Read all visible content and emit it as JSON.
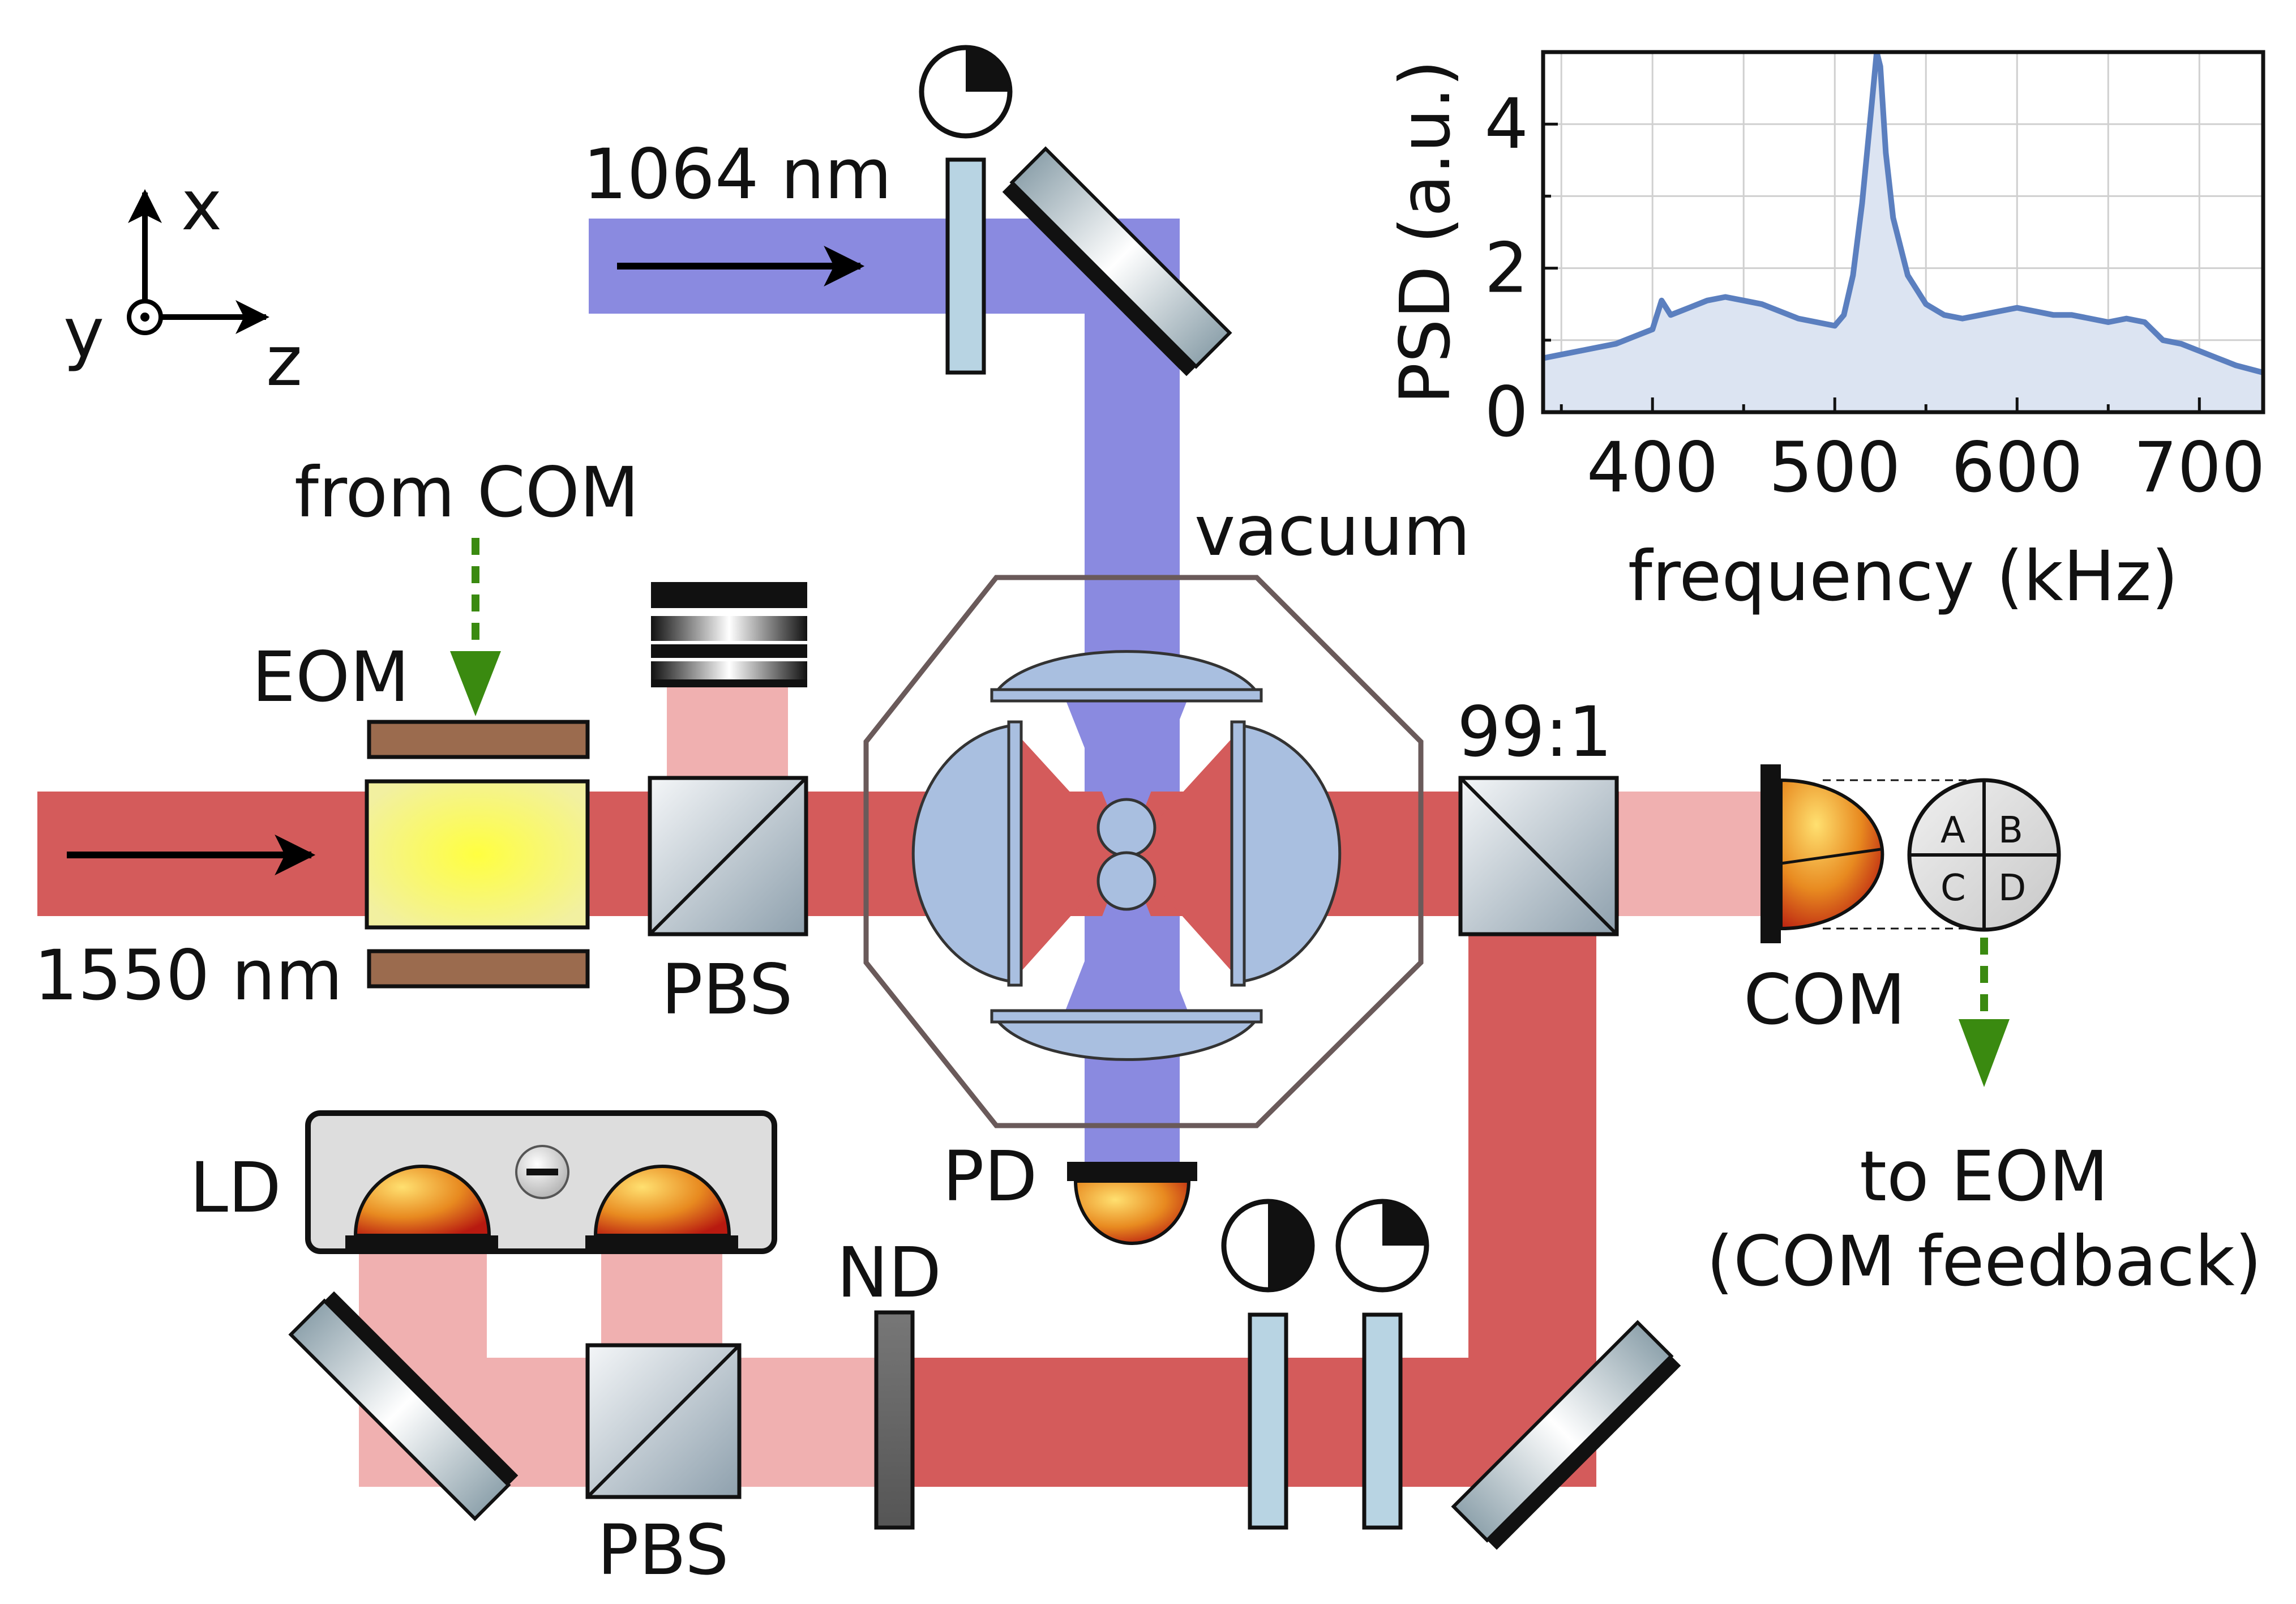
{
  "labels": {
    "beam_1064": "1064 nm",
    "beam_1550": "1550 nm",
    "eom": "EOM",
    "from_com": "from COM",
    "pbs_top": "PBS",
    "pbs_bottom": "PBS",
    "vacuum": "vacuum",
    "splitter": "99:1",
    "com": "COM",
    "to_eom_line1": "to EOM",
    "to_eom_line2": "(COM feedback)",
    "ld": "LD",
    "pd": "PD",
    "nd": "ND",
    "axis_x": "x",
    "axis_y": "y",
    "axis_z": "z",
    "quadrant_a": "A",
    "quadrant_b": "B",
    "quadrant_c": "C",
    "quadrant_d": "D"
  },
  "colors": {
    "beam_1550": "#d45b5b",
    "beam_1550_light": "#f0b0b0",
    "beam_1064": "#8a8ae0",
    "optic_glass": "#a9bfe0",
    "waveplate": "#b8d4e3",
    "feedback_arrow": "#3a8a10",
    "eom_crystal": "#ffff40",
    "eom_electrode": "#9b6b4e",
    "detector": "#e05010",
    "psd_line": "#5b7fbf",
    "psd_fill": "#dce4f2"
  },
  "chart_data": {
    "type": "area",
    "title": "",
    "xlabel": "frequency (kHz)",
    "ylabel": "PSD (a.u.)",
    "xlim": [
      340,
      735
    ],
    "ylim": [
      0,
      5
    ],
    "xticks": [
      400,
      500,
      600,
      700
    ],
    "yticks": [
      0,
      2,
      4
    ],
    "grid": true,
    "legend": "none",
    "x": [
      340,
      350,
      360,
      370,
      380,
      390,
      400,
      405,
      410,
      420,
      430,
      440,
      450,
      460,
      470,
      480,
      490,
      500,
      505,
      510,
      515,
      520,
      523,
      525,
      528,
      532,
      540,
      550,
      560,
      570,
      580,
      590,
      600,
      610,
      620,
      630,
      640,
      650,
      660,
      670,
      680,
      690,
      700,
      710,
      720,
      735
    ],
    "y": [
      0.75,
      0.8,
      0.85,
      0.9,
      0.95,
      1.05,
      1.15,
      1.55,
      1.35,
      1.45,
      1.55,
      1.6,
      1.55,
      1.5,
      1.4,
      1.3,
      1.25,
      1.2,
      1.35,
      1.9,
      2.9,
      4.2,
      5.0,
      4.8,
      3.6,
      2.7,
      1.9,
      1.5,
      1.35,
      1.3,
      1.35,
      1.4,
      1.45,
      1.4,
      1.35,
      1.35,
      1.3,
      1.25,
      1.3,
      1.25,
      1.0,
      0.95,
      0.85,
      0.75,
      0.65,
      0.55
    ]
  }
}
